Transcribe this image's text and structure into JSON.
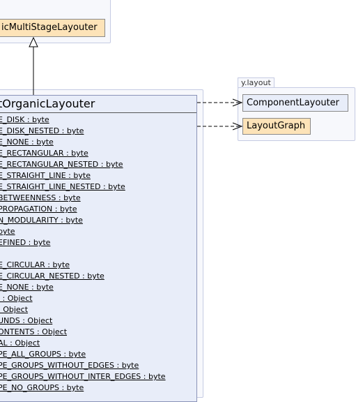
{
  "top_class": {
    "label": "icMultiStageLayouter"
  },
  "main_class": {
    "title": "tOrganicLayouter",
    "fields": [
      "E_DISK : byte",
      "E_DISK_NESTED : byte",
      "E_NONE : byte",
      "E_RECTANGULAR : byte",
      "E_RECTANGULAR_NESTED : byte",
      "E_STRAIGHT_LINE : byte",
      "E_STRAIGHT_LINE_NESTED : byte",
      "BETWEENNESS : byte",
      "PROPAGATION : byte",
      "N_MODULARITY : byte",
      " byte",
      "EFINED : byte",
      "",
      "E_CIRCULAR : byte",
      "E_CIRCULAR_NESTED : byte",
      "E_NONE : byte",
      "' : Object",
      ": Object",
      "UNDS : Object",
      "ONTENTS : Object",
      "AL : Object",
      "PE_ALL_GROUPS : byte",
      "PE_GROUPS_WITHOUT_EDGES : byte",
      "PE_GROUPS_WITHOUT_INTER_EDGES : byte",
      "PE_NO_GROUPS : byte"
    ]
  },
  "package_ylayout": {
    "name": "y.layout",
    "classes": [
      "ComponentLayouter",
      "LayoutGraph"
    ]
  },
  "colors": {
    "orange_fill": "#fde3b8",
    "blue_fill": "#e8edf9",
    "package_fill": "#f7f8fc"
  }
}
